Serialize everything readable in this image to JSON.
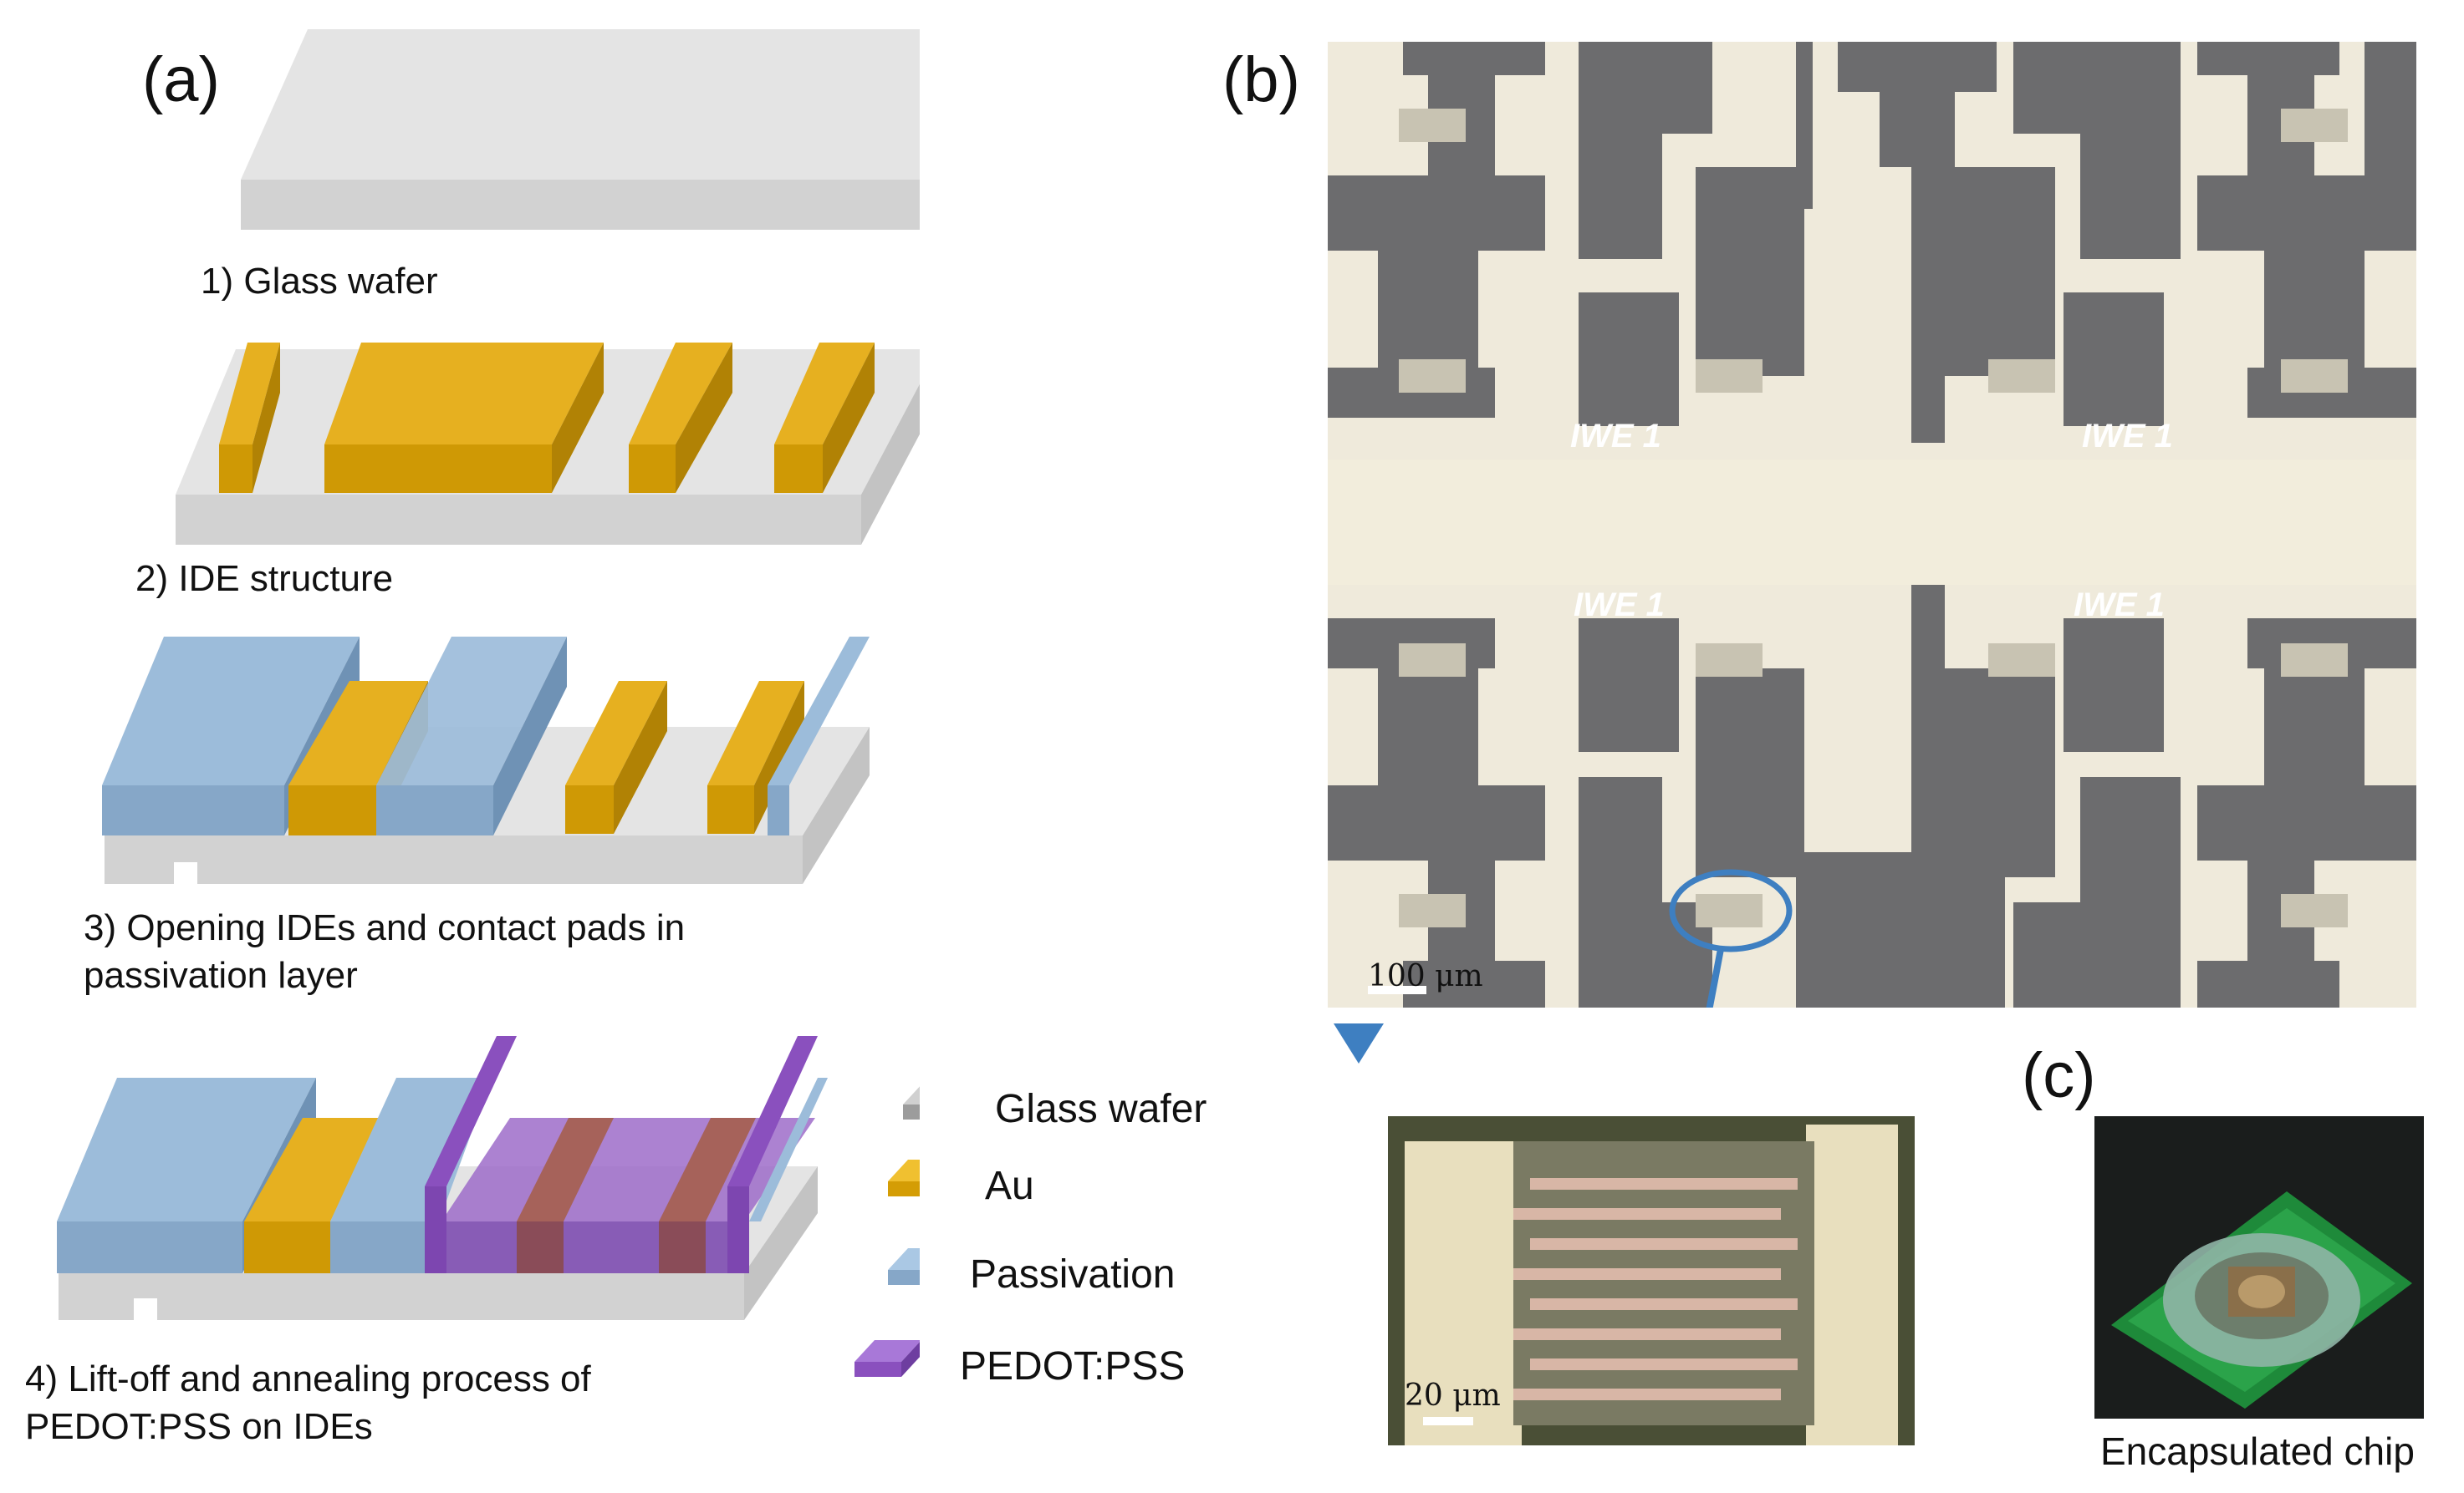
{
  "panels": {
    "a": "(a)",
    "b": "(b)",
    "c": "(c)"
  },
  "steps": [
    {
      "text": "1) Glass wafer"
    },
    {
      "text": "2) IDE structure"
    },
    {
      "text": "3) Opening IDEs and contact pads in passivation layer"
    },
    {
      "text": "4) Lift-off and annealing process of PEDOT:PSS on IDEs"
    }
  ],
  "legend": [
    {
      "label": "Glass wafer",
      "color": "#b5b5b5"
    },
    {
      "label": "Au",
      "color": "#e2aa10"
    },
    {
      "label": "Passivation",
      "color": "#86aed6"
    },
    {
      "label": "PEDOT:PSS",
      "color": "#9460c8"
    }
  ],
  "micrograph": {
    "chip_text": "IWE 1",
    "scale_bar": "100 μm",
    "zoom_scale_bar": "20 μm"
  },
  "photo_caption": "Encapsulated chip",
  "colors": {
    "glass": "#e1e1e1",
    "gold": "#d49d05",
    "passivation": "#8eafcf",
    "pedot": "#8a50be",
    "electrode_dark": "#6e6e70",
    "electrode_light": "#f3eed6",
    "zoom_circle": "#3e7fc1"
  }
}
